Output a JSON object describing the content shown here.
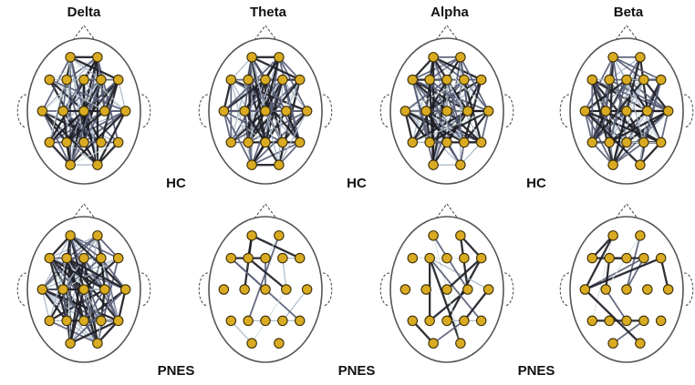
{
  "bands": [
    "Delta",
    "Theta",
    "Alpha",
    "Beta"
  ],
  "group_labels": {
    "row1": [
      "HC",
      "HC",
      "HC"
    ],
    "row2": [
      "PNES",
      "PNES",
      "PNES"
    ]
  },
  "colors": {
    "electrode": "#d9ab22",
    "strong_edge": "#1e1e26",
    "medium_edge": "#5a5f78",
    "weak_edge": "#a9b8c8",
    "faint_edge": "#cfe0d8"
  },
  "network_density": {
    "HC": [
      "dense",
      "dense",
      "dense",
      "dense"
    ],
    "PNES": [
      "dense",
      "sparse",
      "sparse",
      "sparse"
    ]
  }
}
